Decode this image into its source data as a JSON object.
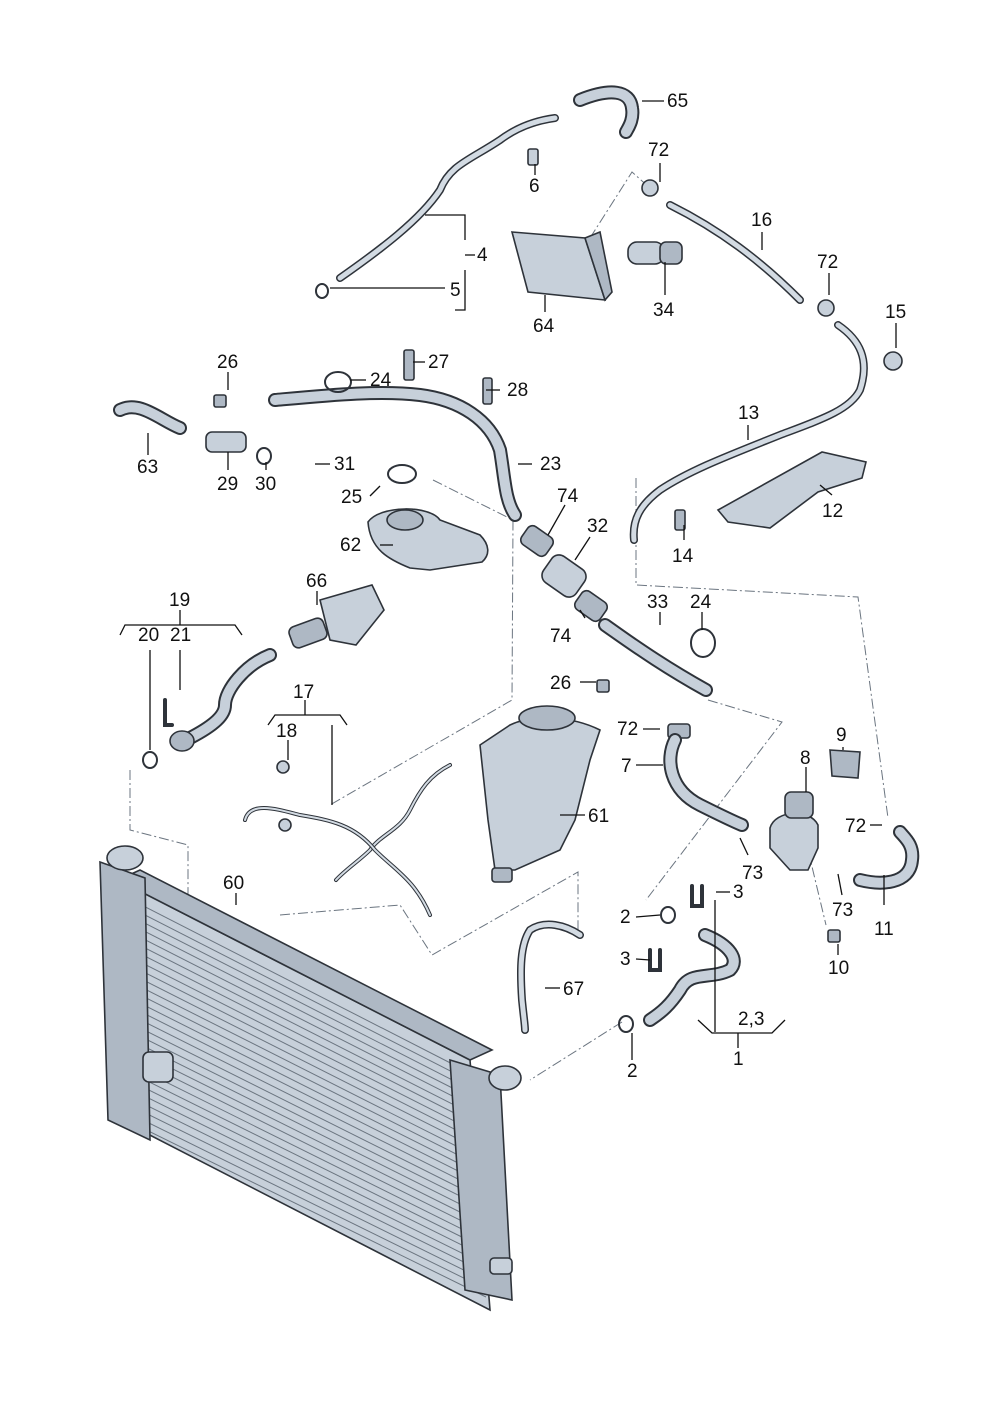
{
  "diagram": {
    "labels": [
      "65",
      "72",
      "6",
      "16",
      "4",
      "5",
      "64",
      "34",
      "72",
      "15",
      "26",
      "24",
      "27",
      "28",
      "13",
      "63",
      "29",
      "30",
      "31",
      "23",
      "25",
      "74",
      "32",
      "12",
      "62",
      "14",
      "19",
      "66",
      "33",
      "24",
      "20",
      "21",
      "74",
      "26",
      "17",
      "18",
      "72",
      "9",
      "7",
      "8",
      "61",
      "72",
      "73",
      "60",
      "3",
      "2",
      "73",
      "11",
      "3",
      "67",
      "10",
      "2,3",
      "2",
      "1"
    ]
  }
}
